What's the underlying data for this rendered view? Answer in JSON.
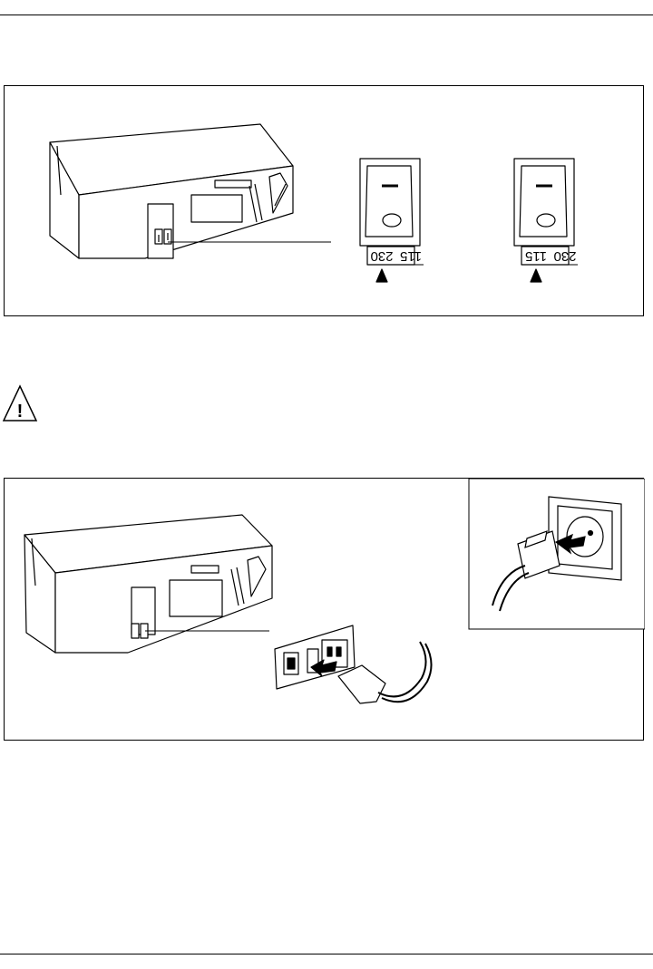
{
  "figure1": {
    "switch_left": {
      "label_first": "115",
      "label_second": "230"
    },
    "switch_right": {
      "label_first": "230",
      "label_second": "115"
    }
  },
  "warning": {
    "icon": "warning-triangle-icon",
    "symbol": "!"
  },
  "figure2": {}
}
